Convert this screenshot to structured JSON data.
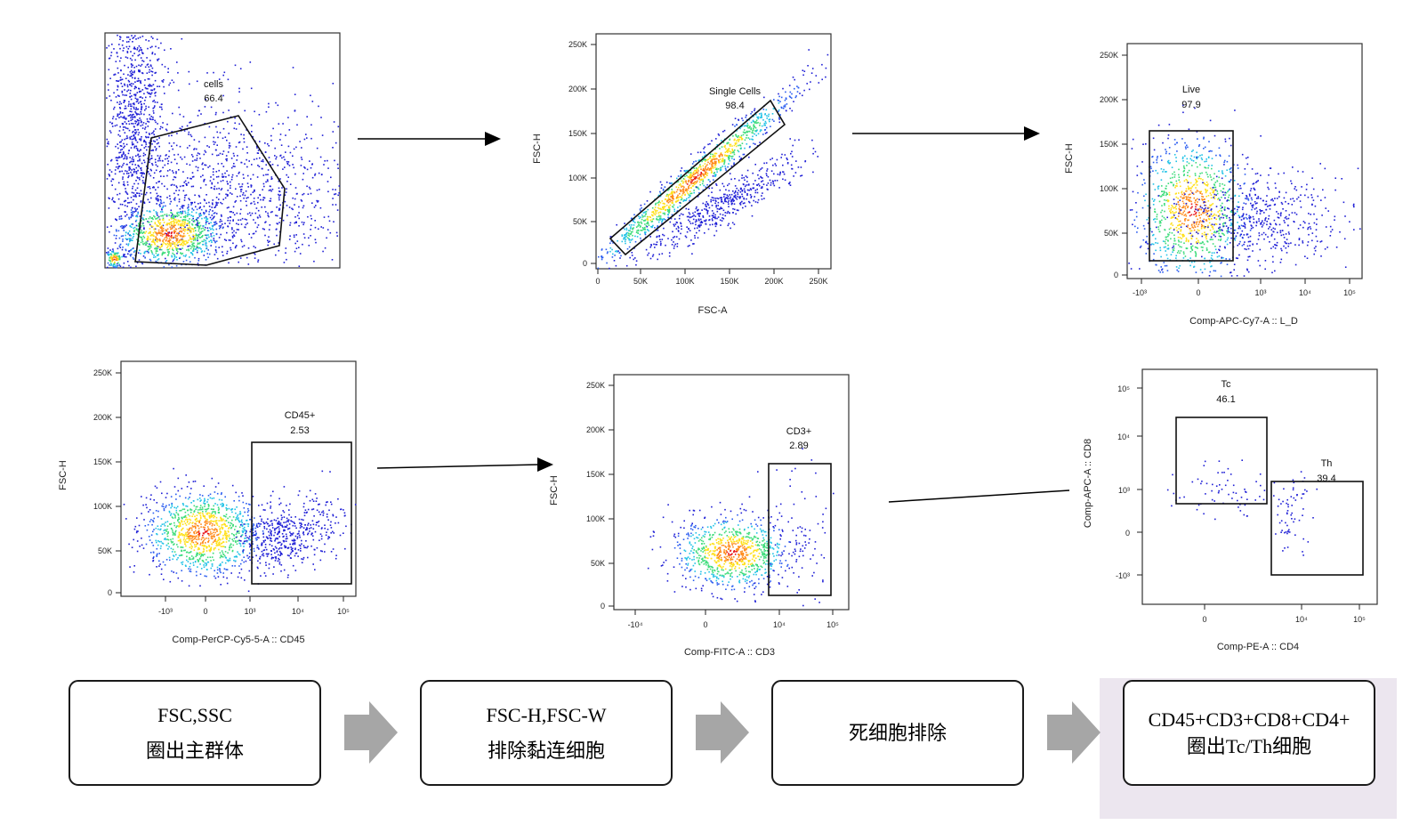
{
  "plots": [
    {
      "id": "plot1",
      "gate": {
        "name": "cells",
        "value": "66.4"
      }
    },
    {
      "id": "plot2",
      "xlabel": "FSC-A",
      "ylabel": "FSC-H",
      "xticks": [
        "0",
        "50K",
        "100K",
        "150K",
        "200K",
        "250K"
      ],
      "yticks": [
        "0",
        "50K",
        "100K",
        "150K",
        "200K",
        "250K"
      ],
      "gate": {
        "name": "Single Cells",
        "value": "98.4"
      }
    },
    {
      "id": "plot3",
      "xlabel": "Comp-APC-Cy7-A :: L_D",
      "ylabel": "FSC-H",
      "xticks": [
        "-10³",
        "0",
        "10³",
        "10⁴",
        "10⁵"
      ],
      "yticks": [
        "0",
        "50K",
        "100K",
        "150K",
        "200K",
        "250K"
      ],
      "gate": {
        "name": "Live",
        "value": "97.9"
      }
    },
    {
      "id": "plot4",
      "xlabel": "Comp-PerCP-Cy5-5-A :: CD45",
      "ylabel": "FSC-H",
      "xticks": [
        "-10³",
        "0",
        "10³",
        "10⁴",
        "10⁵"
      ],
      "yticks": [
        "0",
        "50K",
        "100K",
        "150K",
        "200K",
        "250K"
      ],
      "gate": {
        "name": "CD45+",
        "value": "2.53"
      }
    },
    {
      "id": "plot5",
      "xlabel": "Comp-FITC-A :: CD3",
      "ylabel": "FSC-H",
      "xticks": [
        "-10⁴",
        "0",
        "10⁴",
        "10⁵"
      ],
      "yticks": [
        "0",
        "50K",
        "100K",
        "150K",
        "200K",
        "250K"
      ],
      "gate": {
        "name": "CD3+",
        "value": "2.89"
      }
    },
    {
      "id": "plot6",
      "xlabel": "Comp-PE-A :: CD4",
      "ylabel": "Comp-APC-A :: CD8",
      "xticks": [
        "0",
        "10⁴",
        "10⁵"
      ],
      "yticks": [
        "-10³",
        "0",
        "10³",
        "10⁴",
        "10⁵"
      ],
      "gates": [
        {
          "name": "Tc",
          "value": "46.1"
        },
        {
          "name": "Th",
          "value": "39.4"
        }
      ]
    }
  ],
  "steps": [
    {
      "line1": "FSC,SSC",
      "line2": "圈出主群体"
    },
    {
      "line1": "FSC-H,FSC-W",
      "line2": "排除黏连细胞"
    },
    {
      "line1": "死细胞排除"
    },
    {
      "line1": "CD45+CD3+CD8+CD4+",
      "line2": "圈出Tc/Th细胞"
    }
  ],
  "colors": {
    "density_low": "#1f1fd6",
    "density_mid": "#21c2e6",
    "density_high": "#ffe01a",
    "density_peak": "#e8141a",
    "highlight_bg": "#ece6ef",
    "chevron": "#a6a6a6"
  }
}
